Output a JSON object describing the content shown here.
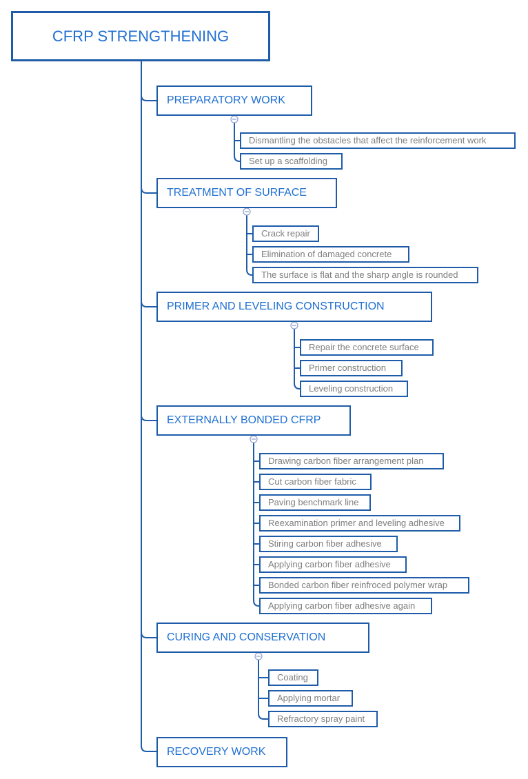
{
  "title": {
    "label": "CFRP STRENGTHENING"
  },
  "branches": [
    {
      "label": "PREPARATORY WORK",
      "children": [
        "Dismantling the obstacles that affect the reinforcement work",
        "Set up a scaffolding"
      ]
    },
    {
      "label": "TREATMENT OF SURFACE",
      "children": [
        "Crack repair",
        "Elimination of damaged concrete",
        "The surface is flat and the sharp angle is rounded"
      ]
    },
    {
      "label": "PRIMER AND LEVELING CONSTRUCTION",
      "children": [
        "Repair the concrete surface",
        "Primer construction",
        "Leveling construction"
      ]
    },
    {
      "label": "EXTERNALLY BONDED CFRP",
      "children": [
        "Drawing carbon fiber arrangement plan",
        "Cut carbon fiber fabric",
        "Paving benchmark line",
        "Reexamination primer and leveling adhesive",
        "Stiring carbon fiber adhesive",
        "Applying carbon fiber adhesive",
        "Bonded carbon fiber reinfroced polymer wrap",
        "Applying carbon fiber adhesive again"
      ]
    },
    {
      "label": "CURING AND CONSERVATION",
      "children": [
        "Coating",
        "Applying mortar",
        "Refractory spray paint"
      ]
    },
    {
      "label": "RECOVERY WORK",
      "children": []
    }
  ],
  "icons": {
    "collapse_toggle": "minus-circle-icon"
  },
  "colors": {
    "background": "#FFFFFF",
    "node_border": "#1E5CA9",
    "connector_line": "#1E5CA9",
    "heading_text": "#2070D2",
    "child_text": "#7E7E7E",
    "toggle_icon": "#93A4D4"
  }
}
